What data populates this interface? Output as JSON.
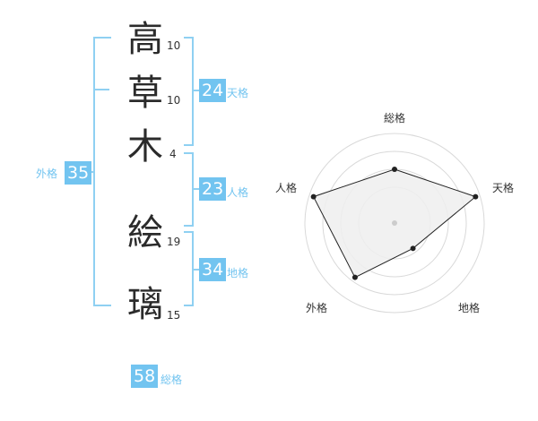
{
  "name_chars": [
    {
      "char": "高",
      "strokes": "10"
    },
    {
      "char": "草",
      "strokes": "10"
    },
    {
      "char": "木",
      "strokes": "4"
    },
    {
      "char": "絵",
      "strokes": "19"
    },
    {
      "char": "璃",
      "strokes": "15"
    }
  ],
  "fortunes": {
    "gaikaku": {
      "value": "35",
      "label": "外格"
    },
    "tenkaku": {
      "value": "24",
      "label": "天格"
    },
    "jinkaku": {
      "value": "23",
      "label": "人格"
    },
    "chikaku": {
      "value": "34",
      "label": "地格"
    },
    "soukaku": {
      "value": "58",
      "label": "総格"
    }
  },
  "radar": {
    "axes": [
      "総格",
      "天格",
      "地格",
      "外格",
      "人格"
    ],
    "values": [
      0.6,
      0.95,
      0.35,
      0.75,
      0.95
    ],
    "colors": {
      "fill": "#efefef",
      "stroke": "#222222",
      "ring": "#d9d9d9",
      "center": "#cccccc"
    }
  },
  "colors": {
    "accent": "#72c4f0"
  }
}
